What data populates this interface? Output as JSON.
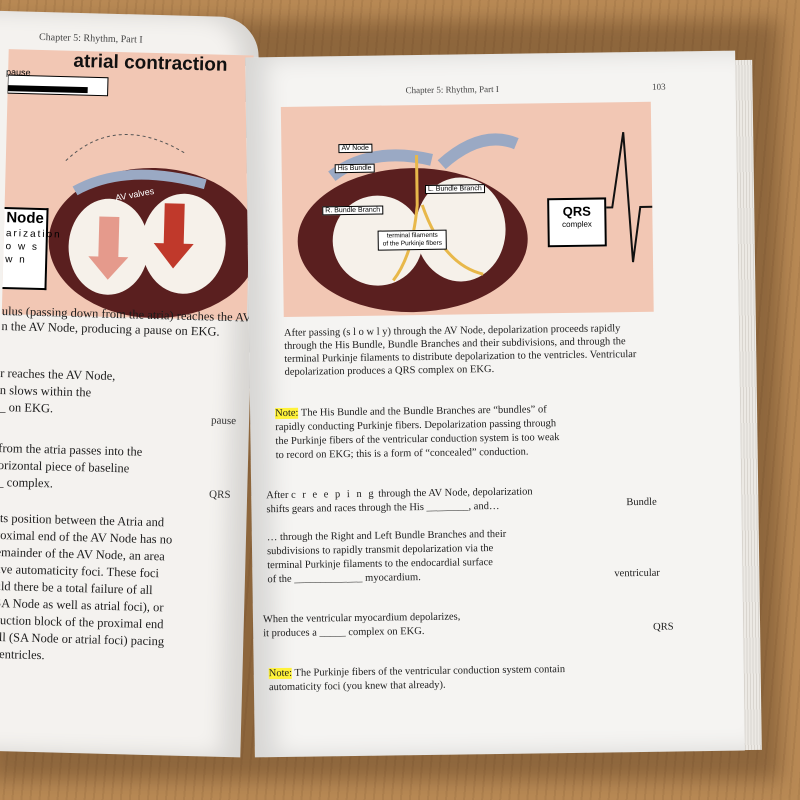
{
  "left_page": {
    "header": "Chapter 5: Rhythm, Part I",
    "figure": {
      "title": "atrial contraction",
      "pause_label": "pause",
      "av_valves_label": "AV valves",
      "node_box": {
        "title": "Node",
        "line1": "arization",
        "line2": "o w s",
        "line3": "w n"
      }
    },
    "caption_line1": "ulus (passing down from the atria) reaches the AV",
    "caption_line2": "n the AV Node, producing a pause on EKG.",
    "frame1": [
      "r reaches the AV Node,",
      "n slows within the",
      "_ on EKG."
    ],
    "frame1_answer": "pause",
    "frame2": [
      "from the atria passes into the",
      "orizontal piece of baseline",
      "_ complex."
    ],
    "frame2_answer": "QRS",
    "frame3": [
      "its position between the Atria and",
      "roximal end of the AV Node has no",
      "emainder of the AV Node, an area",
      "ave automaticity foci. These foci",
      "uld there be a total failure of all",
      "SA Node as well as atrial foci), or",
      "duction block of the proximal end",
      "all (SA Node or atrial foci) pacing",
      "ventricles."
    ]
  },
  "right_page": {
    "header": "Chapter 5: Rhythm, Part I",
    "page_number": "103",
    "figure": {
      "labels": {
        "av_node": "AV Node",
        "his_bundle": "His Bundle",
        "r_bundle_branch": "R. Bundle Branch",
        "l_bundle_branch": "L. Bundle Branch",
        "purkinje_line1": "terminal filaments",
        "purkinje_line2": "of the Purkinje fibers"
      },
      "qrs_box": {
        "title": "QRS",
        "subtitle": "complex"
      }
    },
    "caption": [
      "After passing (s l o w l y) through the AV Node, depolarization proceeds rapidly",
      "through the His Bundle, Bundle Branches and their subdivisions, and through the",
      "terminal Purkinje filaments to distribute depolarization to the ventricles. Ventricular",
      "depolarization produces a QRS complex on EKG."
    ],
    "note1": {
      "label": "Note:",
      "lines": [
        " The His Bundle and the Bundle Branches are “bundles” of",
        "rapidly conducting Purkinje fibers. Depolarization passing through",
        "the Purkinje fibers of the ventricular conduction system is too weak",
        "to record on EKG; this is a form of “concealed” conduction."
      ]
    },
    "frame1": {
      "line1_a": "After ",
      "line1_b": "c r e e p i n g",
      "line1_c": " through the AV Node, depolarization",
      "line2": "shifts gears and races through the His ________, and…",
      "answer": "Bundle"
    },
    "frame2": {
      "lines": [
        "… through the Right and Left Bundle Branches and their",
        "subdivisions to rapidly transmit depolarization via the",
        "terminal Purkinje filaments to the endocardial surface",
        "of the _____________ myocardium."
      ],
      "answer": "ventricular"
    },
    "frame3": {
      "lines": [
        "When the ventricular myocardium depolarizes,",
        "it produces a _____ complex on EKG."
      ],
      "answer": "QRS"
    },
    "note2": {
      "label": "Note:",
      "lines": [
        " The Purkinje fibers of the ventricular conduction system contain",
        "automaticity foci (you knew that already)."
      ]
    }
  },
  "colors": {
    "figure_background": "#f2c7b4",
    "heart_muscle": "#5a1f1f",
    "heart_interior": "#f6f1ea",
    "arrow_red": "#c0392b",
    "note_highlight": "#fff23a",
    "table_wood": "#b98a55"
  }
}
